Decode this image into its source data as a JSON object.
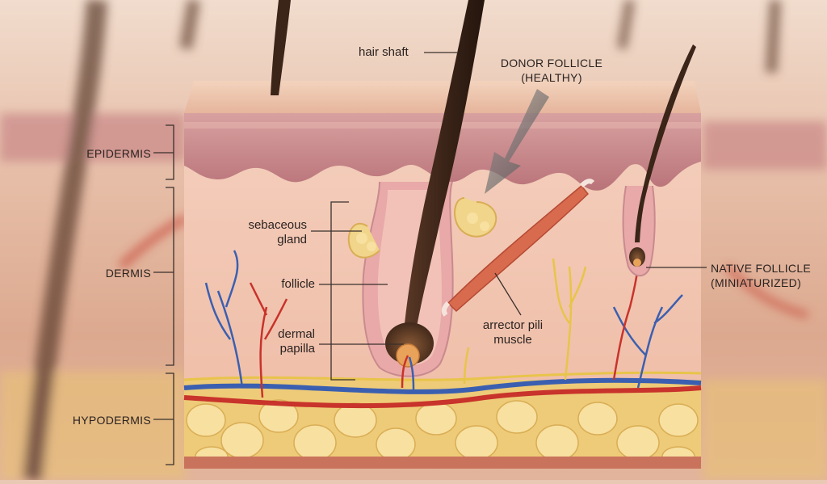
{
  "layers": {
    "epidermis": "EPIDERMIS",
    "dermis": "DERMIS",
    "hypodermis": "HYPODERMIS"
  },
  "labels": {
    "hair_shaft": "hair shaft",
    "donor_follicle_line1": "DONOR FOLLICLE",
    "donor_follicle_line2": "(HEALTHY)",
    "sebaceous_line1": "sebaceous",
    "sebaceous_line2": "gland",
    "follicle": "follicle",
    "dermal_papilla_line1": "dermal",
    "dermal_papilla_line2": "papilla",
    "arrector_line1": "arrector pili",
    "arrector_line2": "muscle",
    "native_follicle_line1": "NATIVE FOLLICLE",
    "native_follicle_line2": "(MINIATURIZED)"
  },
  "colors": {
    "background": "#e6c3ae",
    "epidermis": "#c98a8f",
    "dermis": "#f1c7b3",
    "fat": "#f0d58a",
    "artery": "#c8332b",
    "vein": "#3b5fb0",
    "nerve": "#e8c44a",
    "hair": "#3b2418",
    "muscle": "#d86a4e",
    "text": "#2a2220"
  }
}
